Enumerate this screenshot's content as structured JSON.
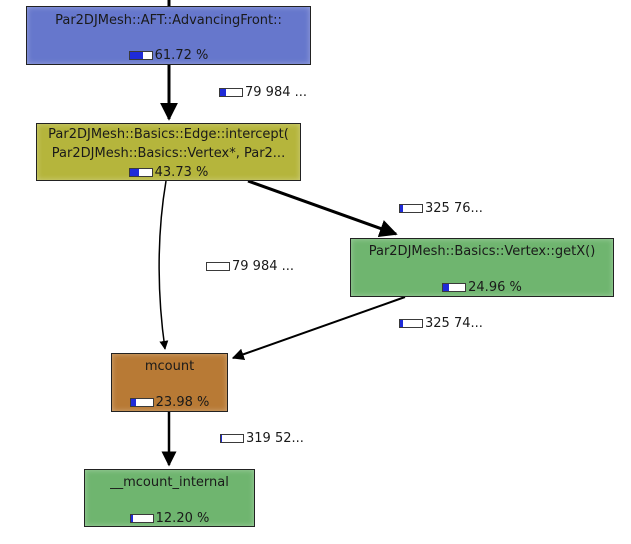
{
  "colors": {
    "bar_fill": "#1f2bd8",
    "node_advfront": "#6677cc",
    "node_intercept": "#b5b53c",
    "node_getx": "#6fb56f",
    "node_mcount": "#b87a35",
    "node_mcount_internal": "#6fb56f"
  },
  "nodes": {
    "advfront": {
      "label": "Par2DJMesh::AFT::AdvancingFront::",
      "pct": "61.72 %",
      "fraction": 0.6172
    },
    "intercept": {
      "label1": "Par2DJMesh::Basics::Edge::intercept(",
      "label2": "Par2DJMesh::Basics::Vertex*, Par2...",
      "pct": "43.73 %",
      "fraction": 0.4373
    },
    "getx": {
      "label": "Par2DJMesh::Basics::Vertex::getX()",
      "pct": "24.96 %",
      "fraction": 0.2496
    },
    "mcount": {
      "label": "mcount",
      "pct": "23.98 %",
      "fraction": 0.2398
    },
    "mcount_internal": {
      "label": "__mcount_internal",
      "pct": "12.20 %",
      "fraction": 0.122
    }
  },
  "edges": [
    {
      "id": "e1",
      "label": "79 984 ...",
      "fraction": 0.25
    },
    {
      "id": "e2",
      "label": "325 76...",
      "fraction": 0.12
    },
    {
      "id": "e3",
      "label": "79 984 ...",
      "fraction": 0.0
    },
    {
      "id": "e4",
      "label": "325 74...",
      "fraction": 0.12
    },
    {
      "id": "e5",
      "label": "319 52...",
      "fraction": 0.04
    }
  ]
}
